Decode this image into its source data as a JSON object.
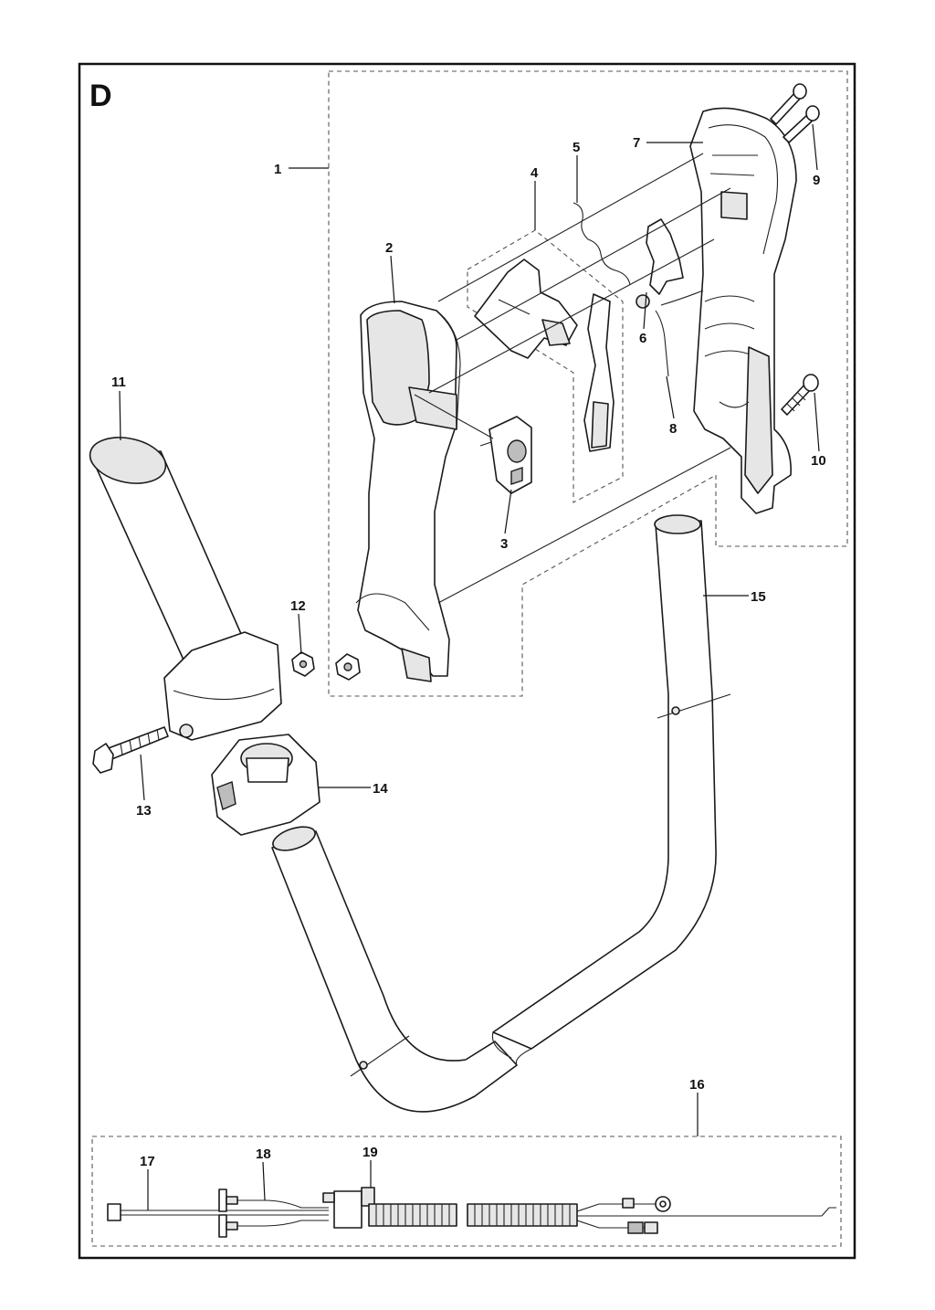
{
  "diagram": {
    "section_letter": "D",
    "callouts": [
      "1",
      "2",
      "3",
      "4",
      "5",
      "6",
      "7",
      "8",
      "9",
      "10",
      "11",
      "12",
      "13",
      "14",
      "15",
      "16",
      "17",
      "18",
      "19"
    ]
  }
}
